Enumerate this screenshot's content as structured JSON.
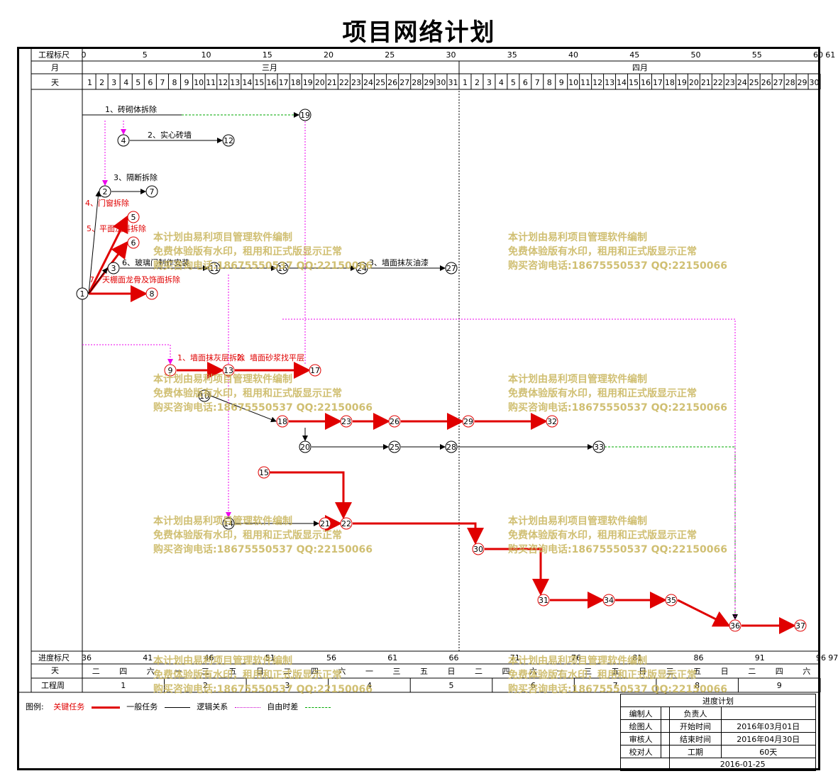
{
  "title": "项目网络计划",
  "scale_labels": {
    "gongcheng": "工程标尺",
    "yue": "月",
    "tian": "天",
    "jindu": "进度标尺",
    "tian2": "天",
    "gongchengzhou": "工程周"
  },
  "months": [
    "三月",
    "四月"
  ],
  "top_ticks": [
    "0",
    "5",
    "10",
    "15",
    "20",
    "25",
    "30",
    "35",
    "40",
    "45",
    "50",
    "55",
    "60",
    "61"
  ],
  "bottom_ticks": [
    "36",
    "41",
    "46",
    "51",
    "56",
    "61",
    "66",
    "71",
    "76",
    "81",
    "86",
    "91",
    "96",
    "97"
  ],
  "march_days": [
    "1",
    "2",
    "3",
    "4",
    "5",
    "6",
    "7",
    "8",
    "9",
    "10",
    "11",
    "12",
    "13",
    "14",
    "15",
    "16",
    "17",
    "18",
    "19",
    "20",
    "21",
    "22",
    "23",
    "24",
    "25",
    "26",
    "27",
    "28",
    "29",
    "30",
    "31"
  ],
  "april_days": [
    "1",
    "2",
    "3",
    "4",
    "5",
    "6",
    "7",
    "8",
    "9",
    "10",
    "11",
    "12",
    "13",
    "14",
    "15",
    "16",
    "17",
    "18",
    "19",
    "20",
    "21",
    "22",
    "23",
    "24",
    "25",
    "26",
    "27",
    "28",
    "29",
    "30"
  ],
  "weekdays": [
    "二",
    "四",
    "六",
    "一",
    "三",
    "五",
    "日",
    "二",
    "四",
    "六",
    "一",
    "三",
    "五",
    "日",
    "二",
    "四",
    "六",
    "一",
    "三",
    "五",
    "日",
    "三",
    "五",
    "日",
    "二",
    "四",
    "六"
  ],
  "weeks": [
    "1",
    "2",
    "3",
    "4",
    "5",
    "6",
    "7",
    "8",
    "9"
  ],
  "tasks": [
    {
      "id": "t1",
      "label": "1、砖砌体拆除",
      "dur": "10"
    },
    {
      "id": "t2",
      "label": "2、实心砖墙",
      "dur": "10"
    },
    {
      "id": "t3",
      "label": "3、隔断拆除",
      "dur": "5"
    },
    {
      "id": "t4",
      "label": "4、门窗拆除",
      "dur": "5"
    },
    {
      "id": "t5",
      "label": "5、平面洗料拆除",
      "dur": "5"
    },
    {
      "id": "t6",
      "label": "6、玻璃门制作安装",
      "dur": "10"
    },
    {
      "id": "t7",
      "label": "7、天棚面龙骨及饰面拆除",
      "dur": "7"
    },
    {
      "id": "t8",
      "label": "1、墙面抹灰层拆除",
      "dur": "4"
    },
    {
      "id": "t9",
      "label": "2、墙面砂浆找平层",
      "dur": "6"
    },
    {
      "id": "t10",
      "label": "3、墙面抹灰油漆",
      "dur": "7"
    }
  ],
  "legend": {
    "title": "图例:",
    "key": "关键任务",
    "normal": "一般任务",
    "logic": "逻辑关系",
    "free": "自由时差"
  },
  "info": {
    "header": "进度计划",
    "r1a": "编制人",
    "r1b": "负责人",
    "r2a": "绘图人",
    "r2b": "开始时间",
    "r2c": "2016年03月01日",
    "r3a": "审核人",
    "r3b": "结束时间",
    "r3c": "2016年04月30日",
    "r4a": "校对人",
    "r4b": "工期",
    "r4c": "60天",
    "date": "2016-01-25"
  },
  "watermark": [
    "本计划由易利项目管理软件编制",
    "免费体验版有水印，租用和正式版显示正常",
    "购买咨询电话:18675550537 QQ:22150066"
  ],
  "colors": {
    "critical": "#e00000",
    "normal": "#000000",
    "free": "#cc00cc",
    "float": "#00aa00"
  }
}
